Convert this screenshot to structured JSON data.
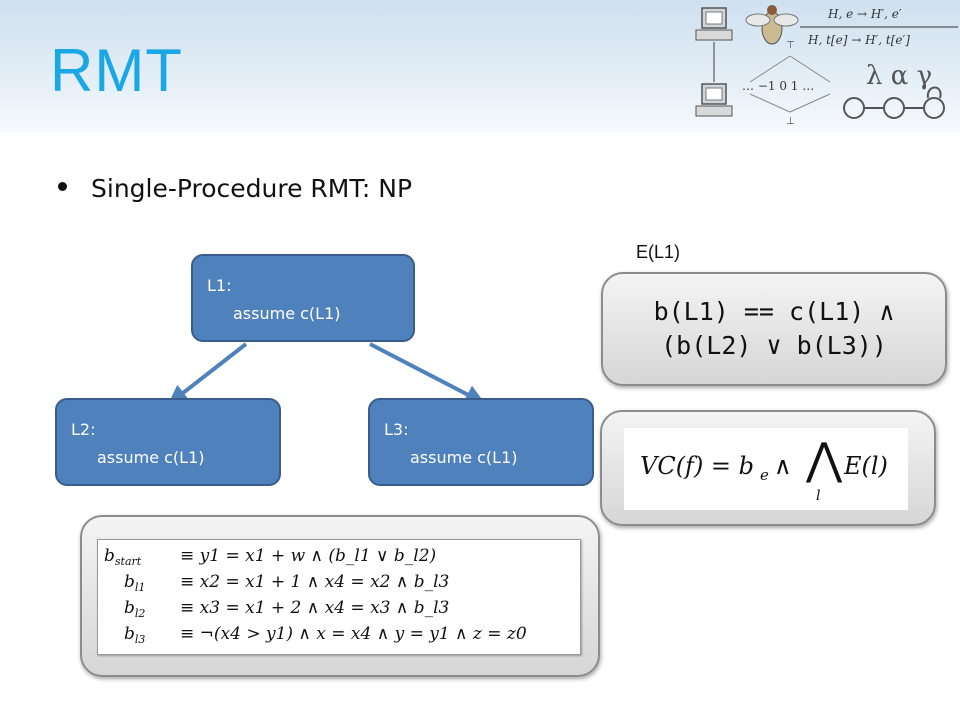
{
  "slide": {
    "title": "RMT",
    "bullet": "Single-Procedure  RMT: NP"
  },
  "cfg": {
    "nodes": [
      {
        "label": "L1:",
        "statement": "assume c(L1)"
      },
      {
        "label": "L2:",
        "statement": "assume c(L1)"
      },
      {
        "label": "L3:",
        "statement": "assume c(L1)"
      }
    ]
  },
  "encoding": {
    "title": "E(L1)",
    "line1": "b(L1) == c(L1) ∧",
    "line2": "(b(L2) ∨ b(L3))"
  },
  "vc_formula": {
    "lhs": "VC(f) = b",
    "sub": "e",
    "mid": " ∧ ",
    "big_and": "⋀",
    "big_and_sub": "l",
    "rhs": "E(l)"
  },
  "block_formulas": [
    {
      "var": "b",
      "sub": "start",
      "rhs": "≡ y1 = x1 + w ∧ (b_l1 ∨ b_l2)"
    },
    {
      "var": "b",
      "sub": "l1",
      "rhs": "≡ x2 = x1 + 1 ∧ x4 = x2 ∧ b_l3"
    },
    {
      "var": "b",
      "sub": "l2",
      "rhs": "≡ x3 = x1 + 2 ∧ x4 = x3 ∧ b_l3"
    },
    {
      "var": "b",
      "sub": "l3",
      "rhs": "≡ ¬(x4 > y1) ∧ x = x4 ∧ y = y1 ∧ z = z0"
    }
  ],
  "decoration": {
    "rule_top": "H, e  → H′, e′",
    "rule_bottom": "H, t[e]  → H′, t[e′]",
    "lattice": "… −1  0  1 …",
    "top_symbol": "⊤",
    "bottom_symbol": "⊥",
    "greek": "λ α γ"
  },
  "colors": {
    "title": "#1aa7e6",
    "node_fill": "#4f81bd",
    "node_border": "#385d8a",
    "arrow": "#4f81bd"
  }
}
